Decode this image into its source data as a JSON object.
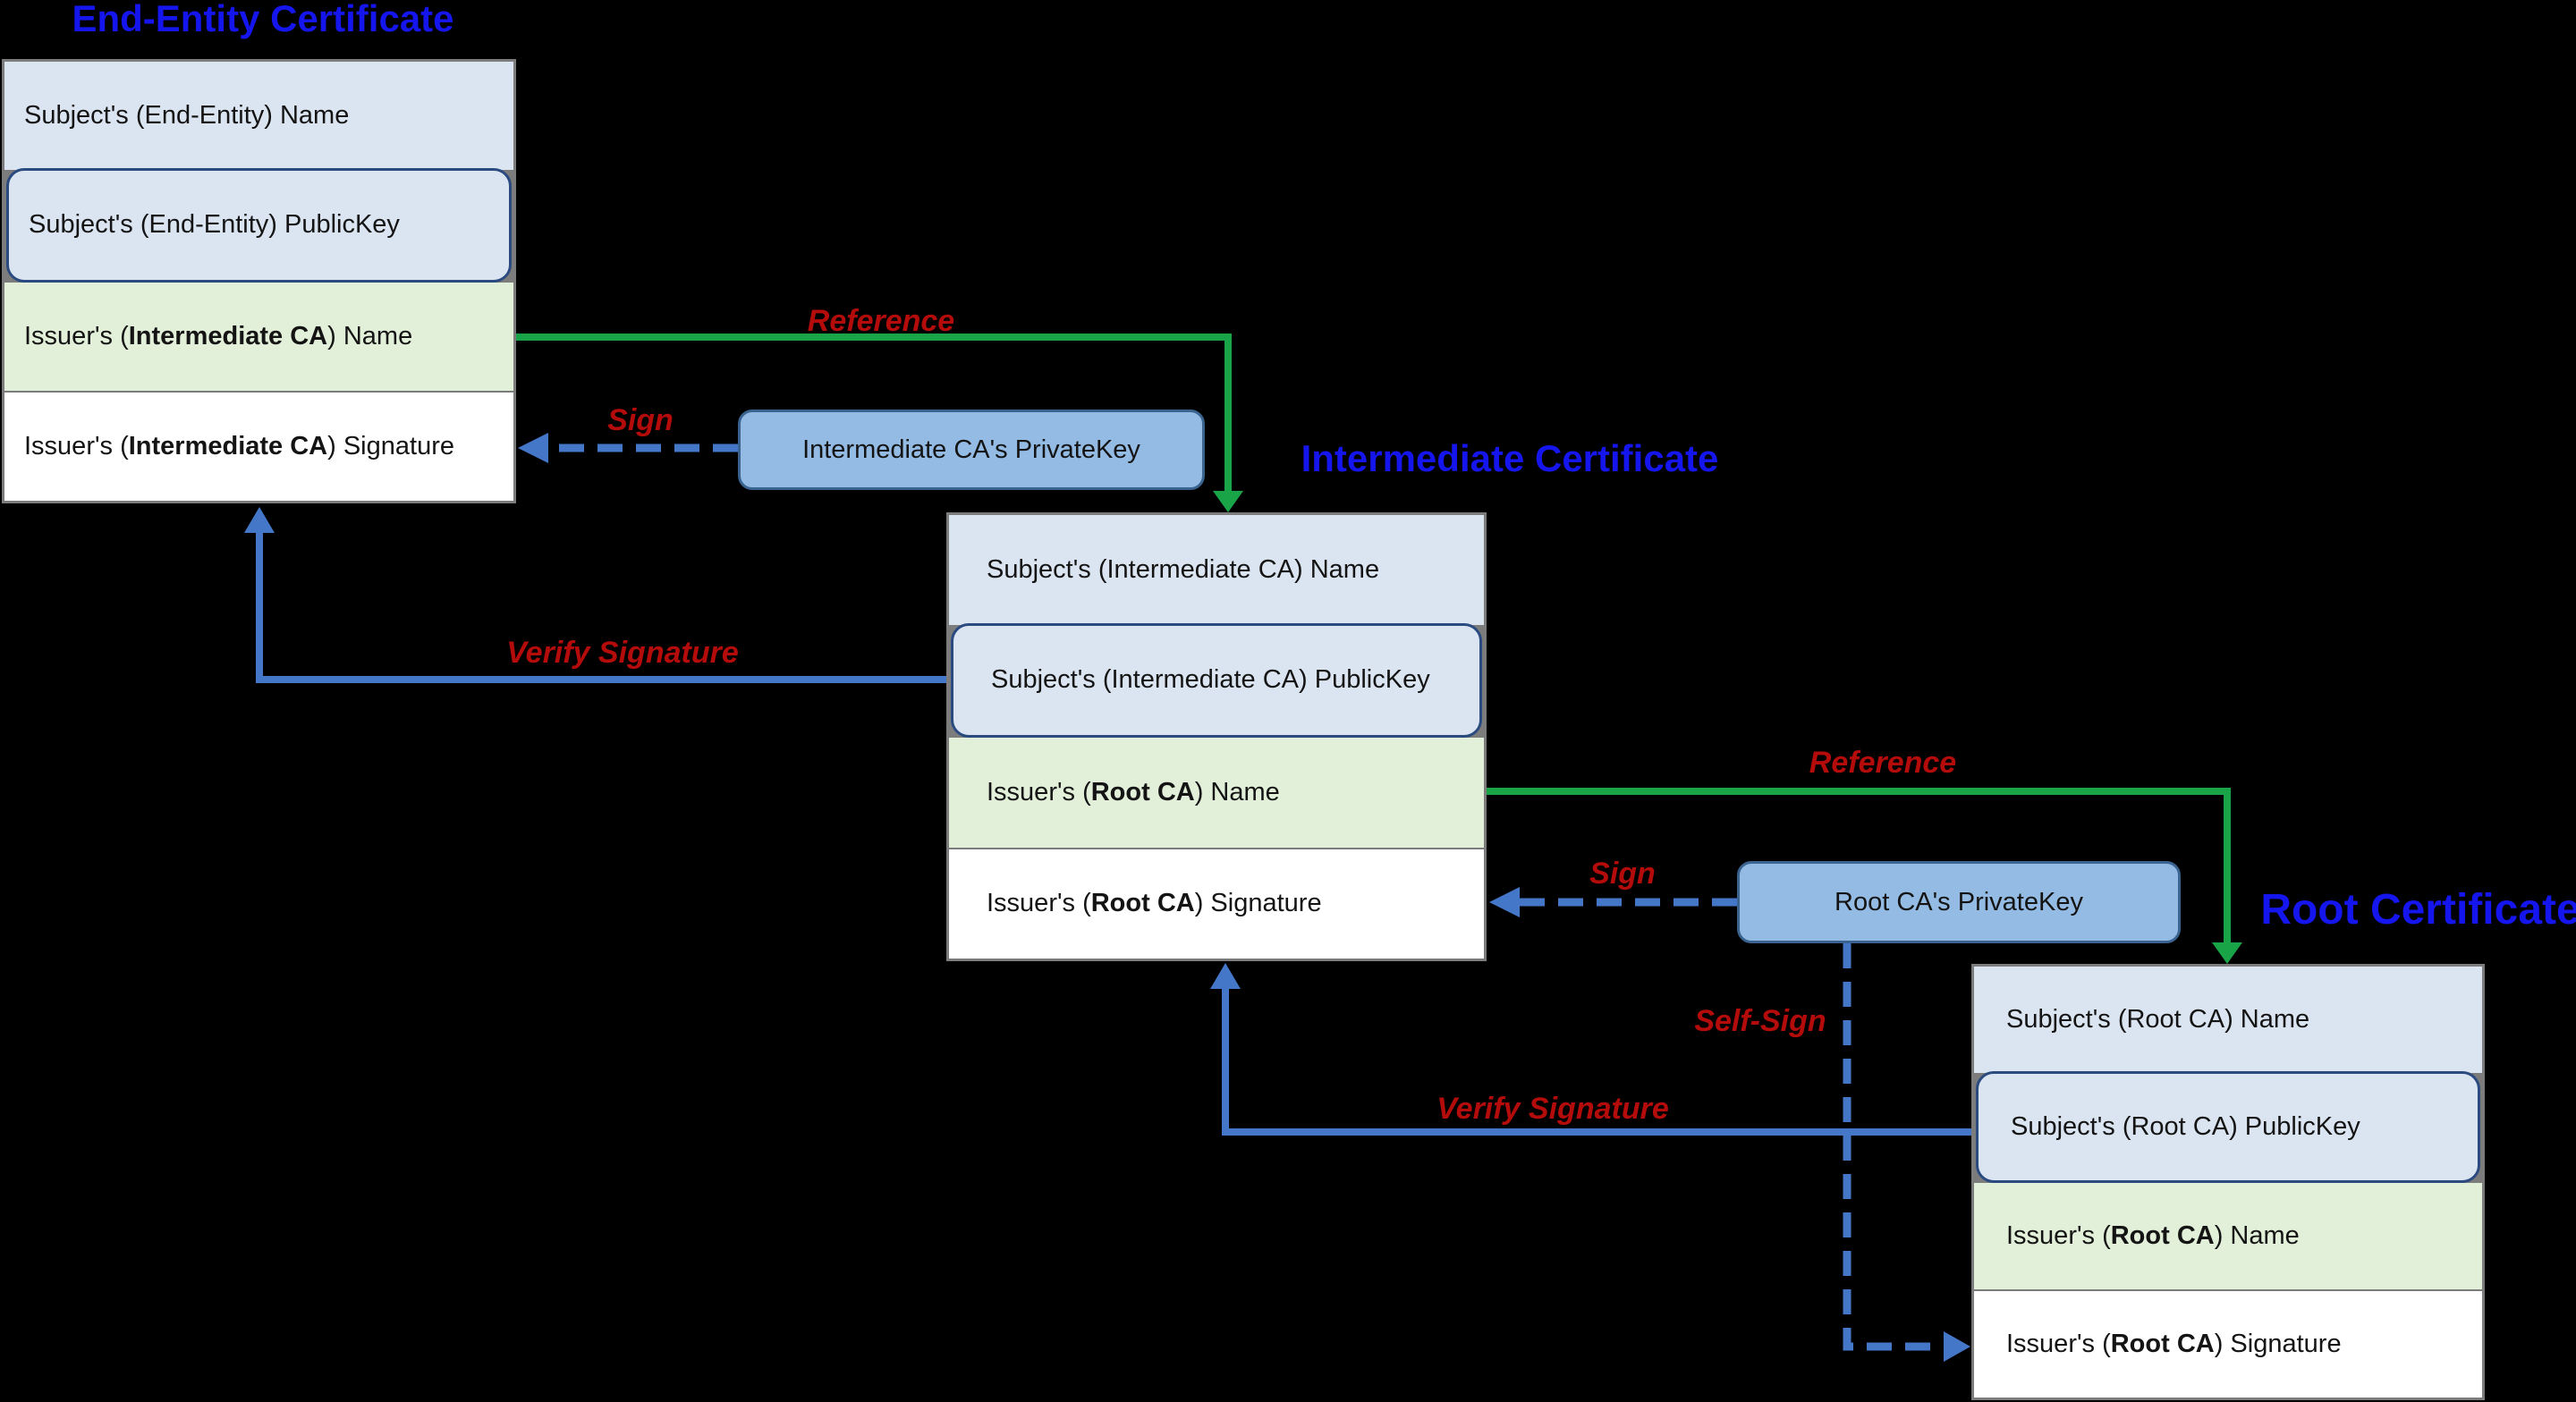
{
  "colors": {
    "background": "#000000",
    "title_blue": "#1515ee",
    "label_red": "#b40b0b",
    "arrow_green": "#19a448",
    "arrow_blue": "#4477c8",
    "row_blue_fill": "#dbe5f1",
    "row_green_fill": "#e2efd9",
    "row_white_fill": "#ffffff",
    "pubkey_border_navy": "#2a4a80",
    "privatekey_fill": "#93bbe3",
    "privatekey_border": "#3a638f",
    "cert_border_gray": "#7c7c7c"
  },
  "titles": {
    "end_entity": "End-Entity Certificate",
    "intermediate": "Intermediate Certificate",
    "root": "Root Certificate"
  },
  "certs": {
    "end_entity": {
      "rows": [
        {
          "pre": "Subject's (End-Entity) Name",
          "bold": "",
          "post": ""
        },
        {
          "pre": "Subject's (End-Entity) PublicKey",
          "bold": "",
          "post": ""
        },
        {
          "pre": "Issuer's (",
          "bold": "Intermediate CA",
          "post": ") Name"
        },
        {
          "pre": "Issuer's (",
          "bold": "Intermediate CA",
          "post": ") Signature"
        }
      ]
    },
    "intermediate": {
      "rows": [
        {
          "pre": "Subject's (Intermediate CA) Name",
          "bold": "",
          "post": ""
        },
        {
          "pre": "Subject's (Intermediate CA) PublicKey",
          "bold": "",
          "post": ""
        },
        {
          "pre": "Issuer's (",
          "bold": "Root CA",
          "post": ") Name"
        },
        {
          "pre": "Issuer's (",
          "bold": "Root CA",
          "post": ") Signature"
        }
      ]
    },
    "root": {
      "rows": [
        {
          "pre": "Subject's (Root CA) Name",
          "bold": "",
          "post": ""
        },
        {
          "pre": "Subject's (Root CA) PublicKey",
          "bold": "",
          "post": ""
        },
        {
          "pre": "Issuer's (",
          "bold": "Root CA",
          "post": ") Name"
        },
        {
          "pre": "Issuer's (",
          "bold": "Root CA",
          "post": ") Signature"
        }
      ]
    }
  },
  "private_keys": {
    "intermediate": "Intermediate CA's PrivateKey",
    "root": "Root CA's PrivateKey"
  },
  "arrow_labels": {
    "reference_1": "Reference",
    "sign_1": "Sign",
    "verify_1": "Verify Signature",
    "reference_2": "Reference",
    "sign_2": "Sign",
    "verify_2": "Verify Signature",
    "self_sign": "Self-Sign"
  }
}
